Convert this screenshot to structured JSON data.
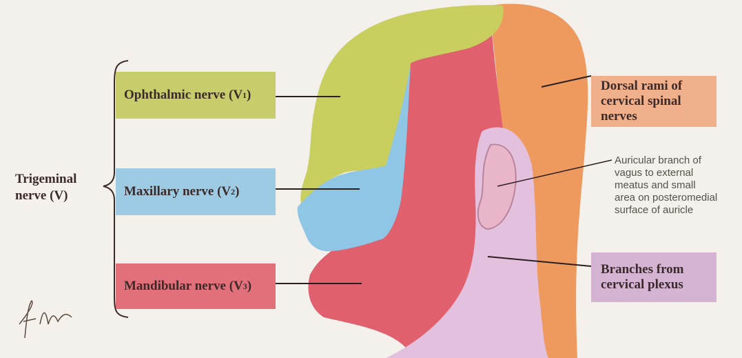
{
  "trigeminal": {
    "line1": "Trigeminal",
    "line2": "nerve (V)"
  },
  "ophthalmic": {
    "text": "Ophthalmic nerve (V",
    "sub": "1",
    "close": ")",
    "color": "#c7cd6a"
  },
  "maxillary": {
    "text": "Maxillary nerve (V",
    "sub": "2",
    "close": ")",
    "color": "#9ccbe3"
  },
  "mandibular": {
    "text": "Mandibular nerve (V",
    "sub": "3",
    "close": ")",
    "color": "#e2707a"
  },
  "dorsal": {
    "line1": "Dorsal rami of",
    "line2": "cervical spinal",
    "line3": "nerves",
    "color": "#f1b08c"
  },
  "auricular": {
    "line1": "Auricular branch of",
    "line2": "vagus to external",
    "line3": "meatus and small",
    "line4": "area on posteromedial",
    "line5": "surface of auricle"
  },
  "cervical": {
    "line1": "Branches from",
    "line2": "cervical plexus",
    "color": "#d4b4d2"
  },
  "colors": {
    "v1_region": "#c9cf5e",
    "v2_region": "#8fc6e6",
    "v3_region": "#e0606e",
    "dorsal_region": "#ee9a5e",
    "cervical_region": "#e3c1de",
    "background": "#f4f1ec"
  }
}
